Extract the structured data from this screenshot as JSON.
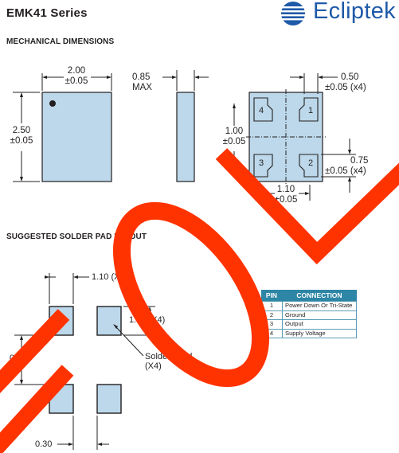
{
  "header": {
    "series_title": "EMK41 Series",
    "brand_name": "Ecliptek",
    "brand_color": "#1e5aa8"
  },
  "mechanical": {
    "heading": "MECHANICAL DIMENSIONS",
    "width_value": "2.00",
    "width_tol": "±0.05",
    "height_value": "2.50",
    "height_tol": "±0.05",
    "thickness_value": "0.85",
    "thickness_note": "MAX",
    "pad_width_value": "0.50",
    "pad_width_tol": "±0.05 (x4)",
    "pad_pitch_v_value": "1.00",
    "pad_pitch_v_tol": "±0.05",
    "pad_height_value": "0.75",
    "pad_height_tol": "±0.05 (x4)",
    "pad_pitch_h_value": "1.10",
    "pad_pitch_h_tol": "±0.05",
    "pin_labels": [
      "4",
      "1",
      "3",
      "2"
    ]
  },
  "solder": {
    "heading": "SUGGESTED SOLDER PAD LAYOUT",
    "pitch_h": "1.10 (X4)",
    "pad_size": "1.10 (X4)",
    "land_label_line1": "Solder Land",
    "land_label_line2": "(X4)",
    "gap_v": "0.50",
    "gap_h": "0.30"
  },
  "pin_table": {
    "headers": {
      "pin": "PIN",
      "connection": "CONNECTION"
    },
    "rows": [
      {
        "pin": "1",
        "connection": "Power Down Or Tri-State"
      },
      {
        "pin": "2",
        "connection": "Ground"
      },
      {
        "pin": "3",
        "connection": "Output"
      },
      {
        "pin": "4",
        "connection": "Supply Voltage"
      }
    ]
  },
  "colors": {
    "package_fill": "#bcd8ea",
    "pad_fill": "#bcd8ea",
    "table_header": "#2e86a6",
    "watermark": "#ff3300"
  }
}
